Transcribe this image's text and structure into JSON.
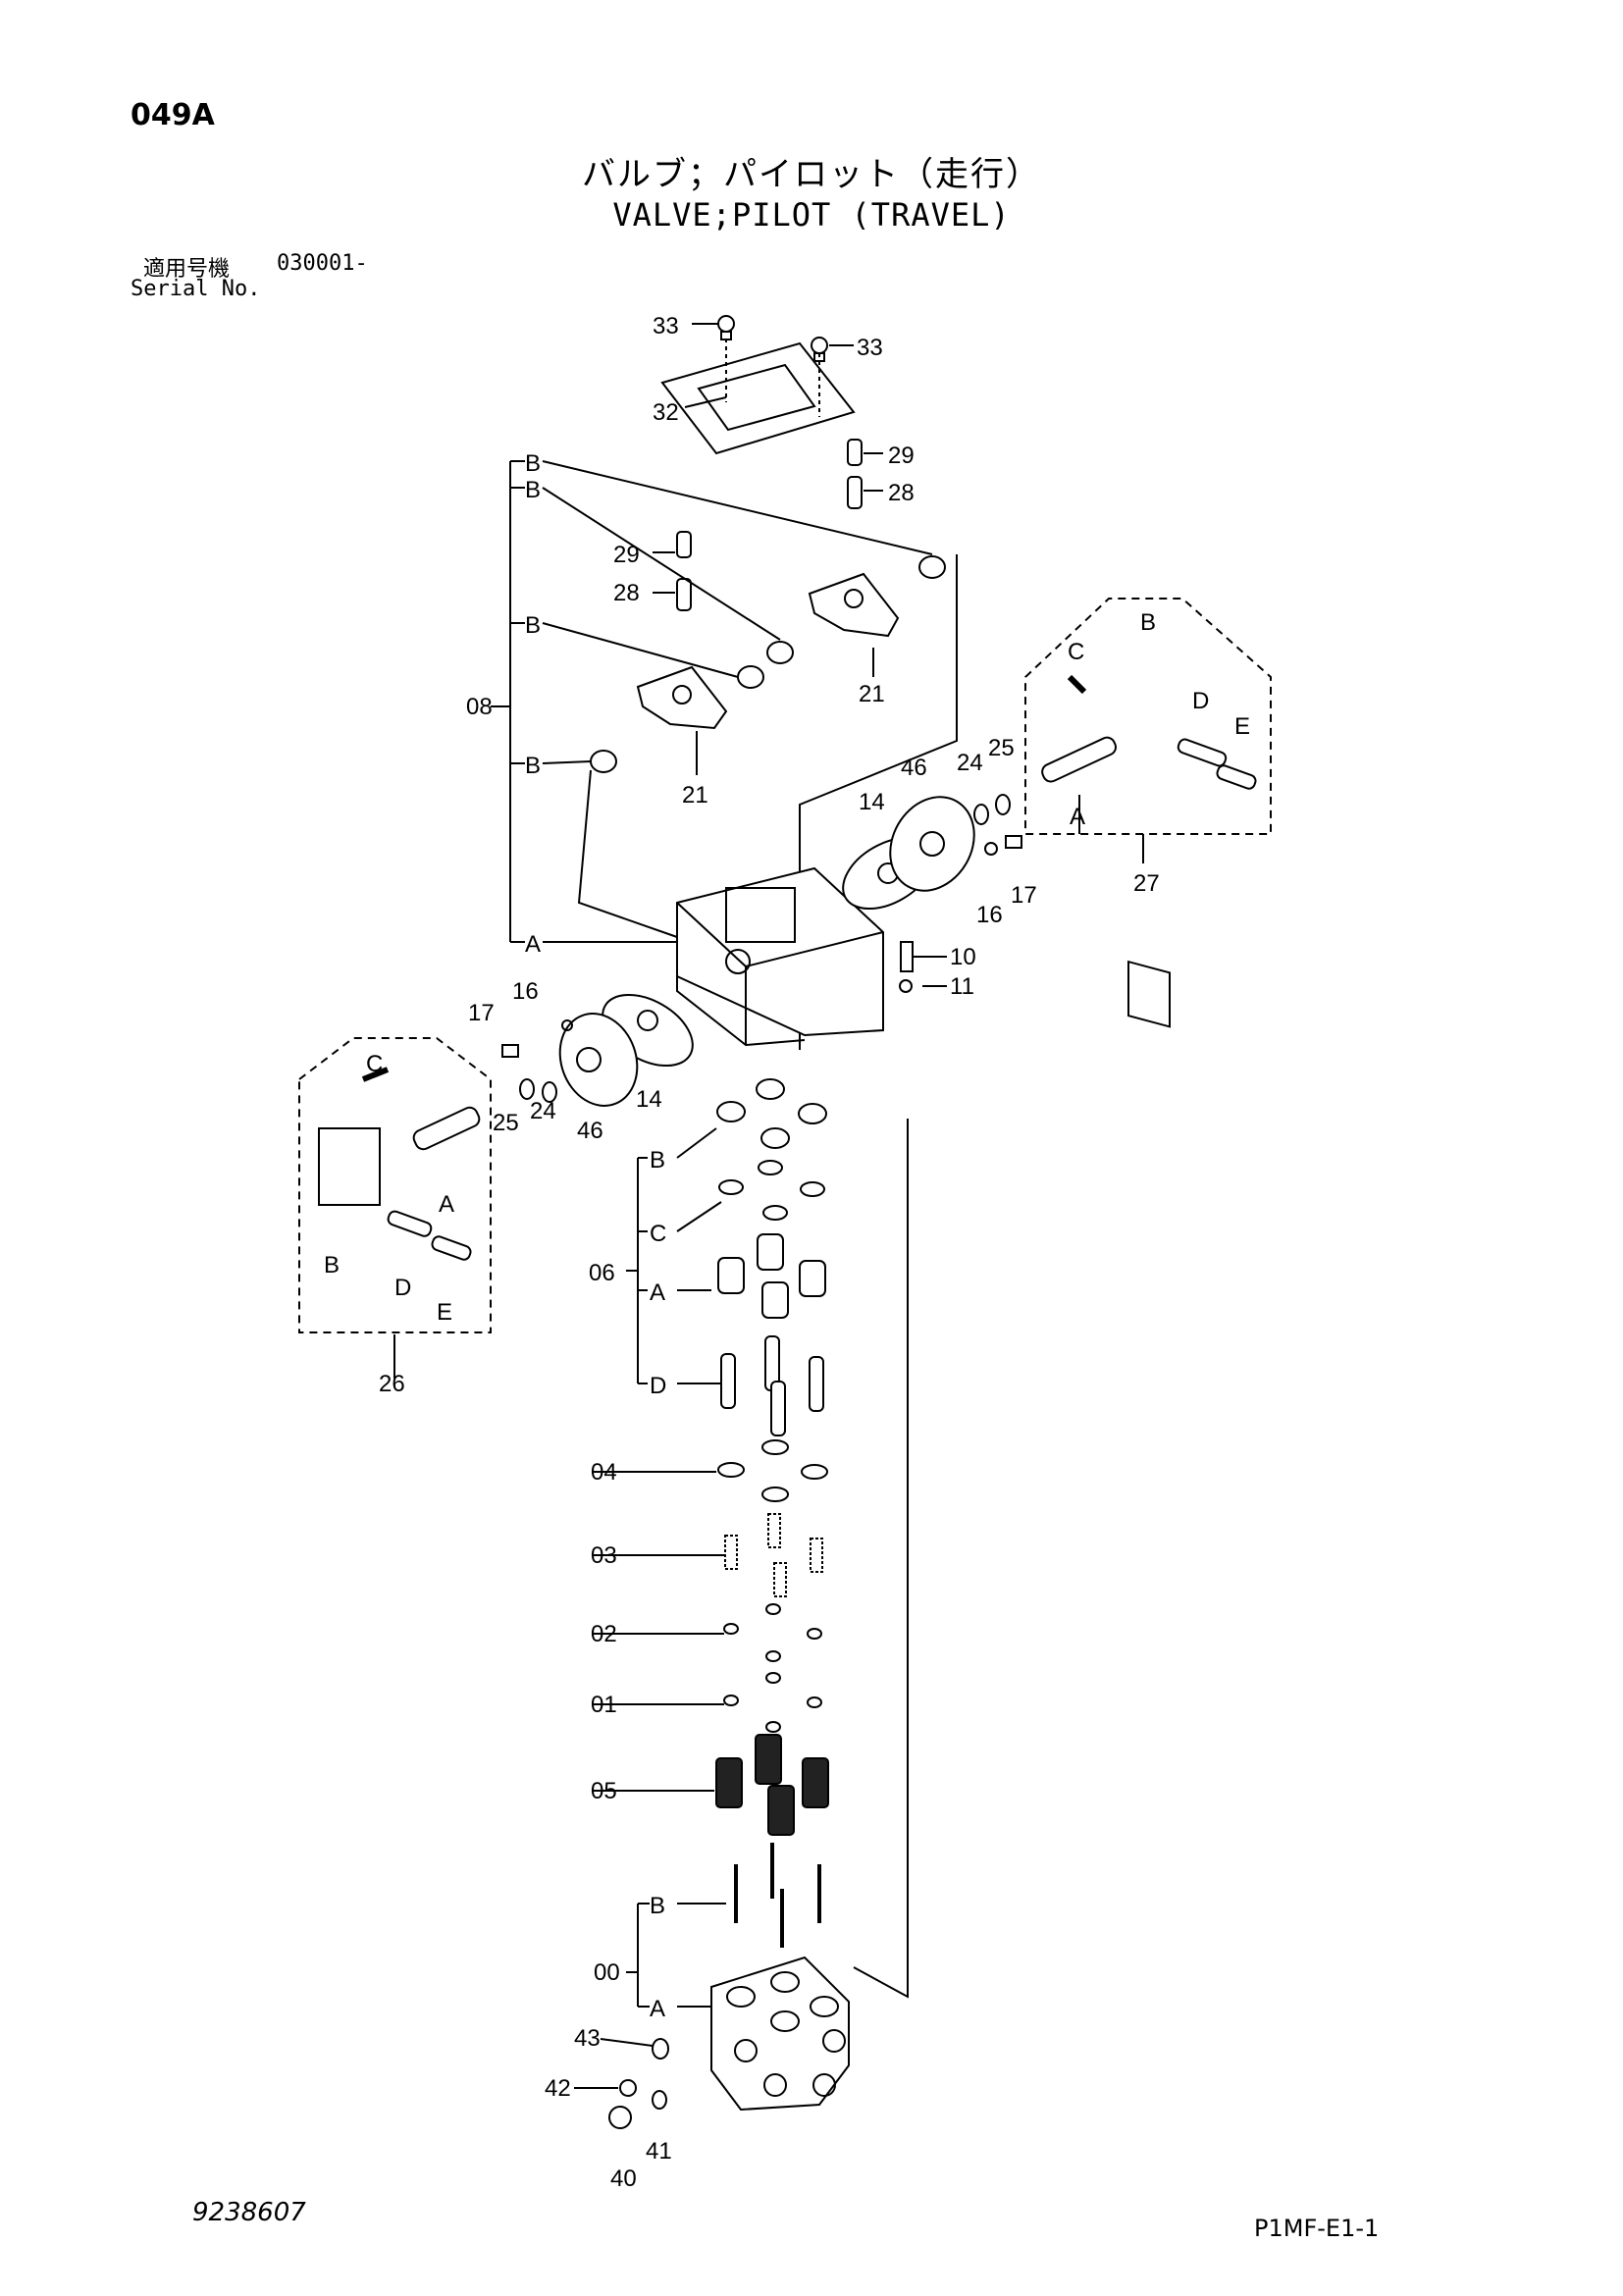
{
  "header": {
    "page_code": "049A",
    "title_jp": "バルブ；パイロット（走行）",
    "title_en": "VALVE;PILOT (TRAVEL)",
    "serial_label_jp": "適用号機",
    "serial_number": "030001-",
    "serial_label_en": "Serial No."
  },
  "footer": {
    "drawing_number": "9238607",
    "sheet_code": "P1MF-E1-1"
  },
  "callouts": {
    "c33a": "33",
    "c33b": "33",
    "c32": "32",
    "c29a": "29",
    "c28a": "28",
    "c29b": "29",
    "c28b": "28",
    "c21a": "21",
    "c21b": "21",
    "c08": "08",
    "cB1": "B",
    "cB2": "B",
    "cB3": "B",
    "cB4": "B",
    "cA1": "A",
    "c14a": "14",
    "c46a": "46",
    "c24a": "24",
    "c25a": "25",
    "c16a": "16",
    "c17a": "17",
    "c27": "27",
    "k27C": "C",
    "k27B": "B",
    "k27D": "D",
    "k27E": "E",
    "k27A": "A",
    "c10": "10",
    "c11": "11",
    "c17b": "17",
    "c16b": "16",
    "c14b": "14",
    "c46b": "46",
    "c24b": "24",
    "c25b": "25",
    "k26C": "C",
    "k26A": "A",
    "k26B": "B",
    "k26D": "D",
    "k26E": "E",
    "c26": "26",
    "c06": "06",
    "g06B": "B",
    "g06C": "C",
    "g06A": "A",
    "g06D": "D",
    "c04": "04",
    "c03": "03",
    "c02": "02",
    "c01": "01",
    "c05": "05",
    "c00": "00",
    "g00B": "B",
    "g00A": "A",
    "c43": "43",
    "c42": "42",
    "c41": "41",
    "c40": "40"
  }
}
